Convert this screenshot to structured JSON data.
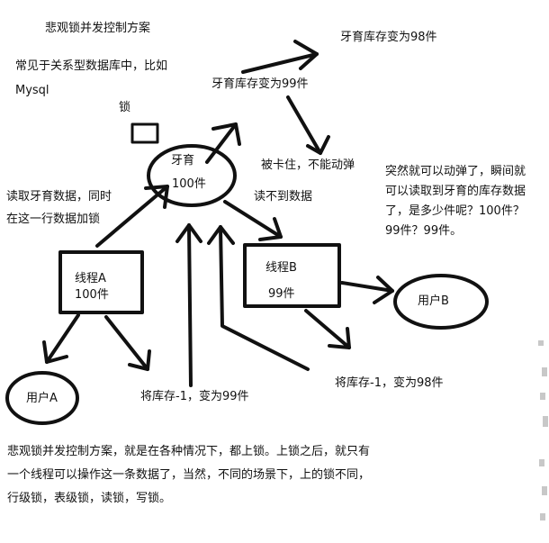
{
  "title": "悲观锁并发控制方案",
  "intro_line1": "常见于关系型数据库中，比如",
  "intro_line2": "Mysql",
  "lock_label": "锁",
  "product": {
    "name": "牙育",
    "qty": "100件"
  },
  "stock_99_label": "牙育库存变为99件",
  "stock_98_label": "牙育库存变为98件",
  "stuck_label": "被卡住，不能动弹",
  "cannot_read_label": "读不到数据",
  "read_lock_line1": "读取牙育数据，同时",
  "read_lock_line2": "在这一行数据加锁",
  "thread_a": {
    "name": "线程A",
    "qty": "100件"
  },
  "thread_b": {
    "name": "线程B",
    "qty": "99件"
  },
  "user_a": "用户A",
  "user_b": "用户B",
  "dec_a_label": "将库存-1，变为99件",
  "dec_b_label": "将库存-1，变为98件",
  "sudden_note": [
    "突然就可以动弹了，瞬间就",
    "可以读取到牙育的库存数据",
    "了，是多少件呢？100件？",
    "99件？99件。"
  ],
  "summary": [
    "悲观锁并发控制方案，就是在各种情况下，都上锁。上锁之后，就只有",
    "一个线程可以操作这一条数据了，当然，不同的场景下，上的锁不同，",
    "行级锁，表级锁，读锁，写锁。"
  ],
  "ink_color": "#111111"
}
